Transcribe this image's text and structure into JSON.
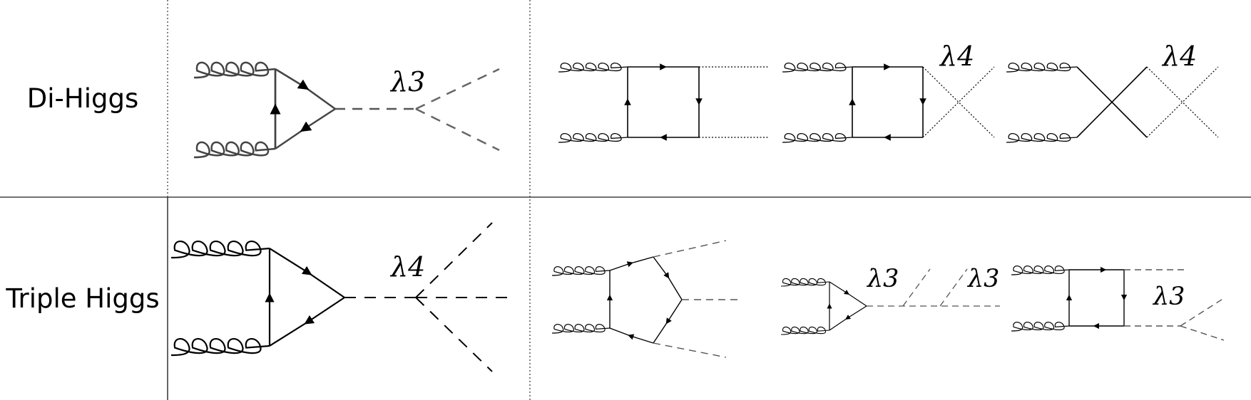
{
  "rows": [
    {
      "label": "Di-Higgs"
    },
    {
      "label": "Triple Higgs"
    }
  ],
  "couplings": {
    "dihiggs_triangle": "λ3",
    "dihiggs_box2": "λ4",
    "dihiggs_box3": "λ4",
    "triple_triangle": "λ4",
    "triple_chain_first": "λ3",
    "triple_chain_second": "λ3",
    "triple_box": "λ3"
  }
}
